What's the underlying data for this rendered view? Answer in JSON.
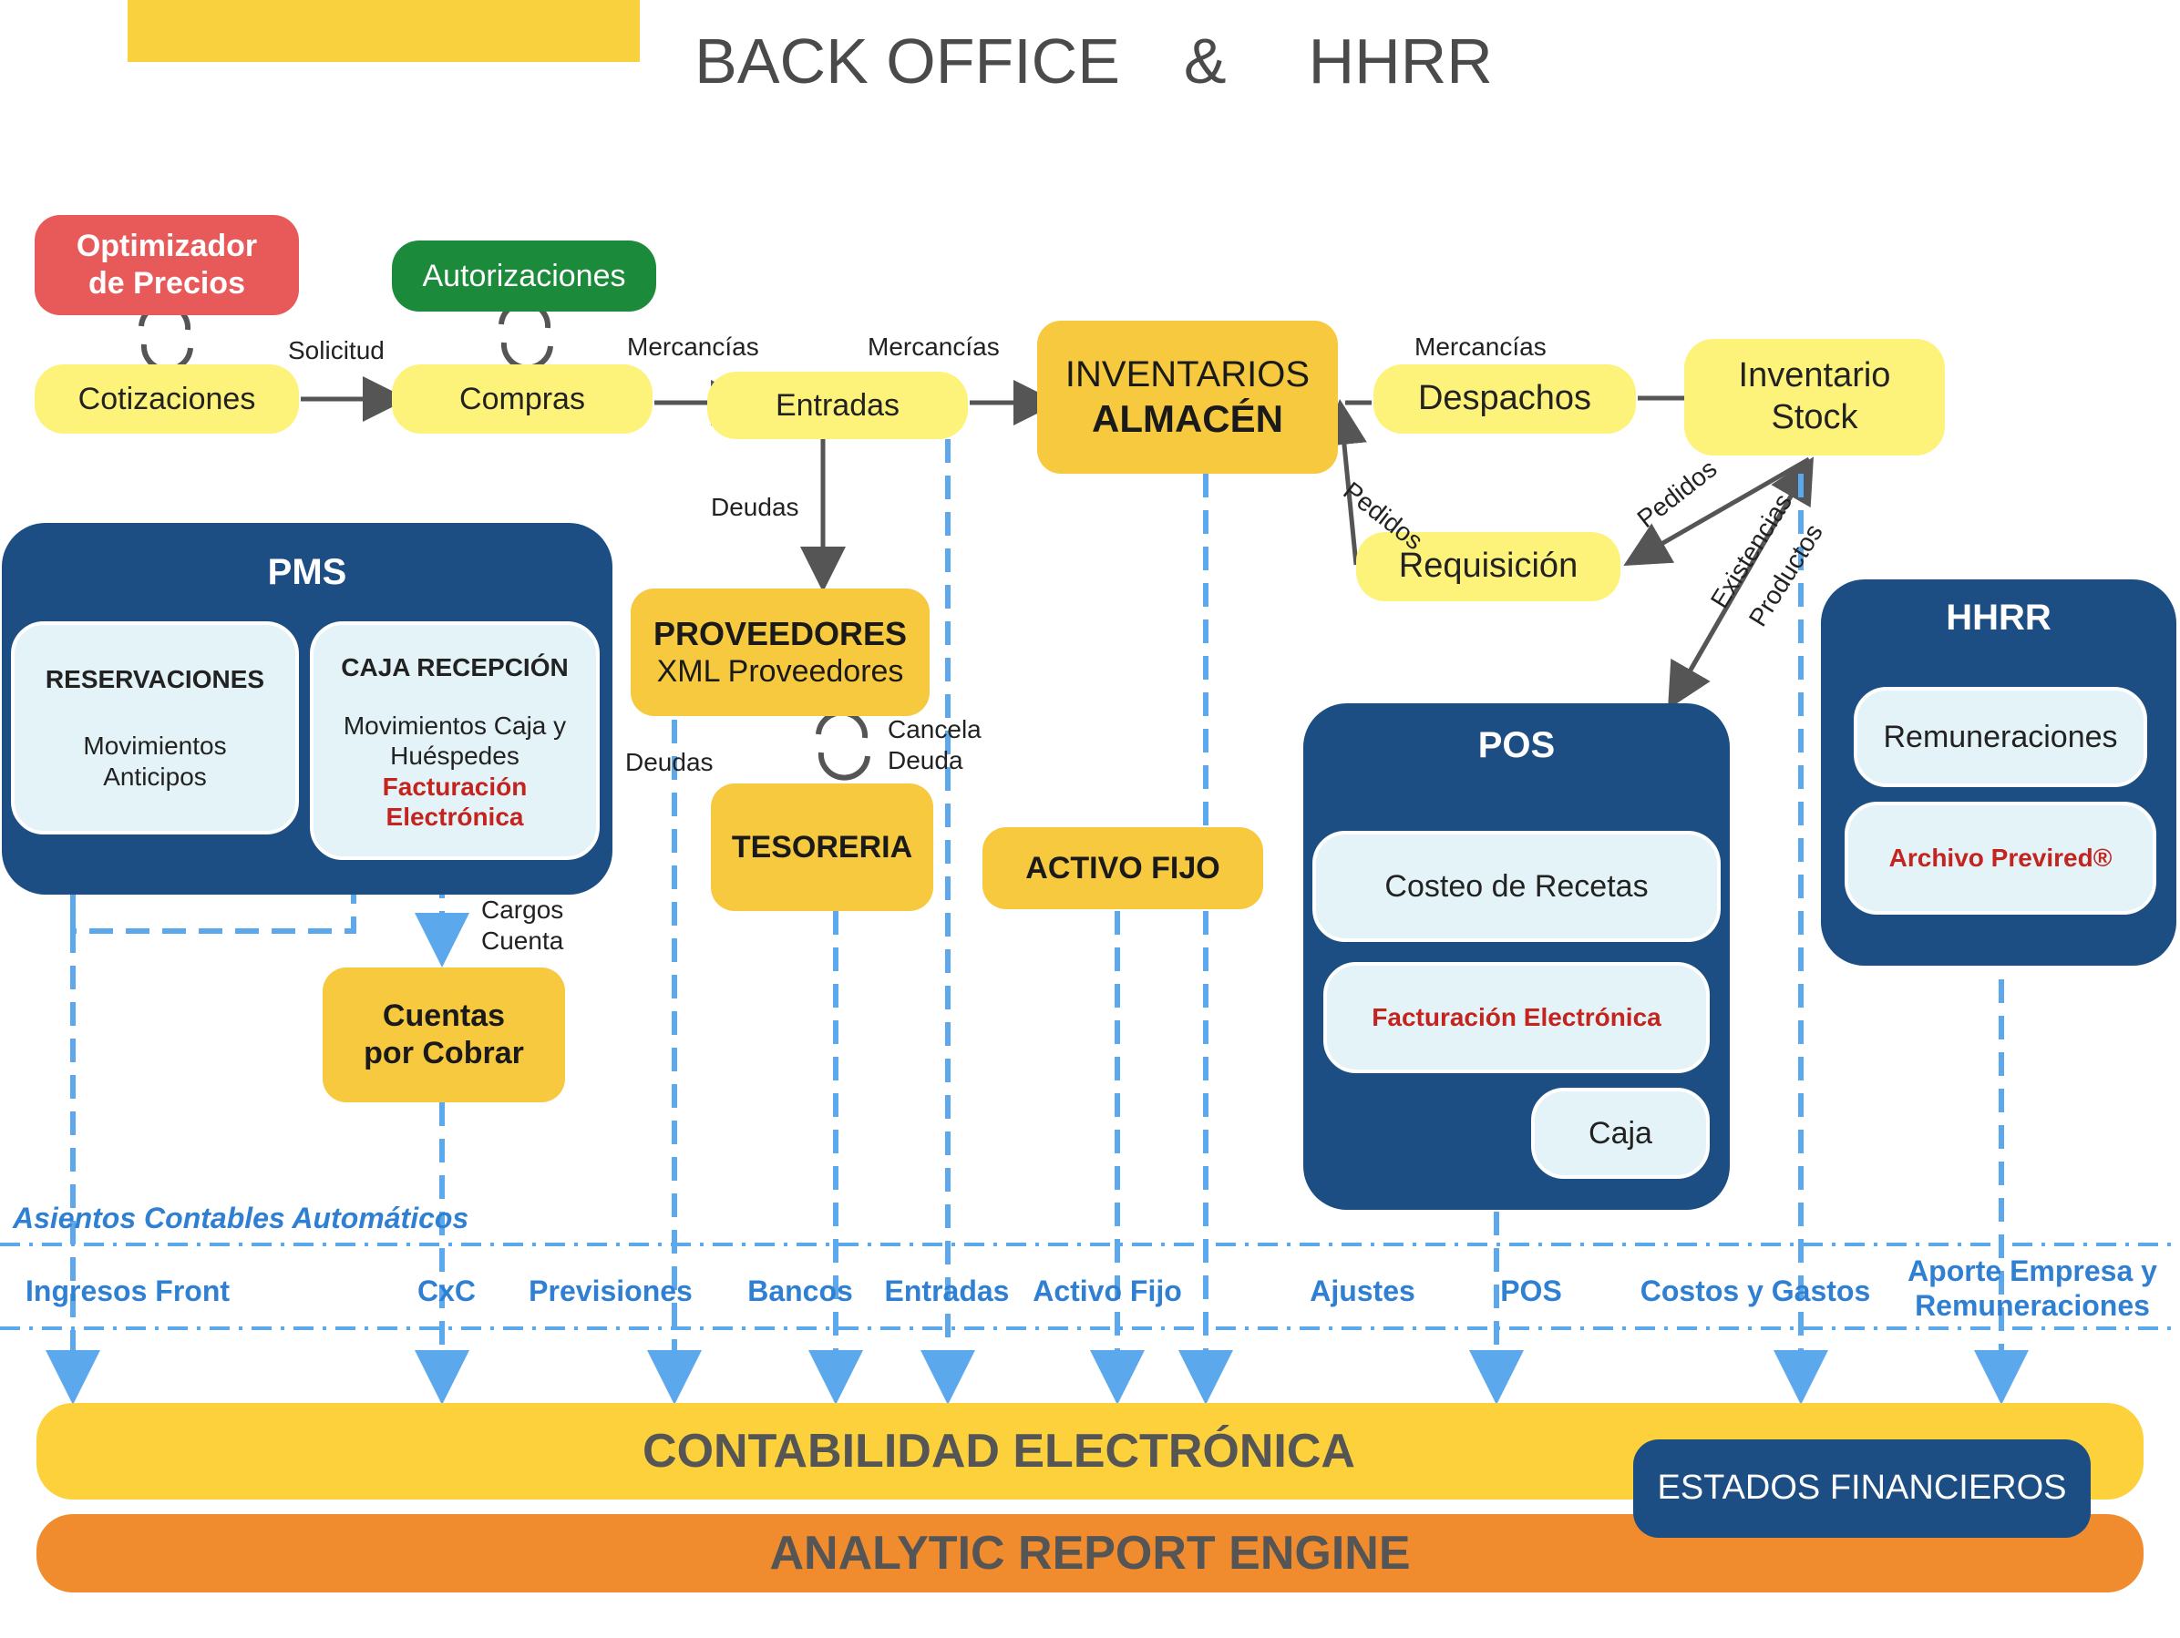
{
  "title": {
    "left": "BACK OFFICE",
    "amp": "&",
    "right": "HHRR"
  },
  "colors": {
    "yellow_pill": "#fdf37a",
    "orange_box": "#f7c93e",
    "navy": "#1c4d83",
    "light_cyan": "#e3f3f7",
    "red_btn": "#e85a5a",
    "green_btn": "#1b8a3a",
    "blue_dash": "#5ba8ec",
    "dark_gray": "#555555",
    "orange_bar": "#f08c2e",
    "yellow_bar": "#fcd13b"
  },
  "top": {
    "optimizador": "Optimizador de Precios",
    "autorizaciones": "Autorizaciones",
    "cotizaciones": "Cotizaciones",
    "compras": "Compras",
    "entradas": "Entradas",
    "inventarios": "INVENTARIOS",
    "almacen": "ALMACÉN",
    "despachos": "Despachos",
    "inventario_stock": "Inventario Stock",
    "requisicion": "Requisición"
  },
  "flow_labels": {
    "solicitud": "Solicitud",
    "mercancias1": "Mercancías",
    "mercancias2": "Mercancías",
    "mercancias3": "Mercancías",
    "deudas1": "Deudas",
    "deudas2": "Deudas",
    "pedidos1": "Pedidos",
    "pedidos2": "Pedidos",
    "existencias": "Existencias",
    "productos": "Productos",
    "cancela_deuda": "Cancela Deuda",
    "cargos_cuenta": "Cargos Cuenta"
  },
  "pms": {
    "title": "PMS",
    "reservaciones_title": "RESERVACIONES",
    "reservaciones_text": "Movimientos Anticipos",
    "caja_title": "CAJA RECEPCIÓN",
    "caja_text": "Movimientos Caja y Huéspedes",
    "caja_red": "Facturación Electrónica"
  },
  "proveedores": {
    "title": "PROVEEDORES",
    "sub": "XML Proveedores"
  },
  "tesoreria": "TESORERIA",
  "activo_fijo": "ACTIVO FIJO",
  "cuentas": "Cuentas por Cobrar",
  "pos": {
    "title": "POS",
    "costeo": "Costeo de Recetas",
    "facturacion": "Facturación Electrónica",
    "caja": "Caja"
  },
  "hhrr": {
    "title": "HHRR",
    "remuneraciones": "Remuneraciones",
    "previred": "Archivo Previred®"
  },
  "asientos": "Asientos Contables Automáticos",
  "categories": [
    "Ingresos Front",
    "CxC",
    "Previsiones",
    "Bancos",
    "Entradas",
    "Activo Fijo",
    "Ajustes",
    "POS",
    "Costos y Gastos",
    "Aporte Empresa y Remuneraciones"
  ],
  "bottom": {
    "contabilidad": "CONTABILIDAD ELECTRÓNICA",
    "estados": "ESTADOS FINANCIEROS",
    "analytic": "ANALYTIC REPORT ENGINE"
  }
}
